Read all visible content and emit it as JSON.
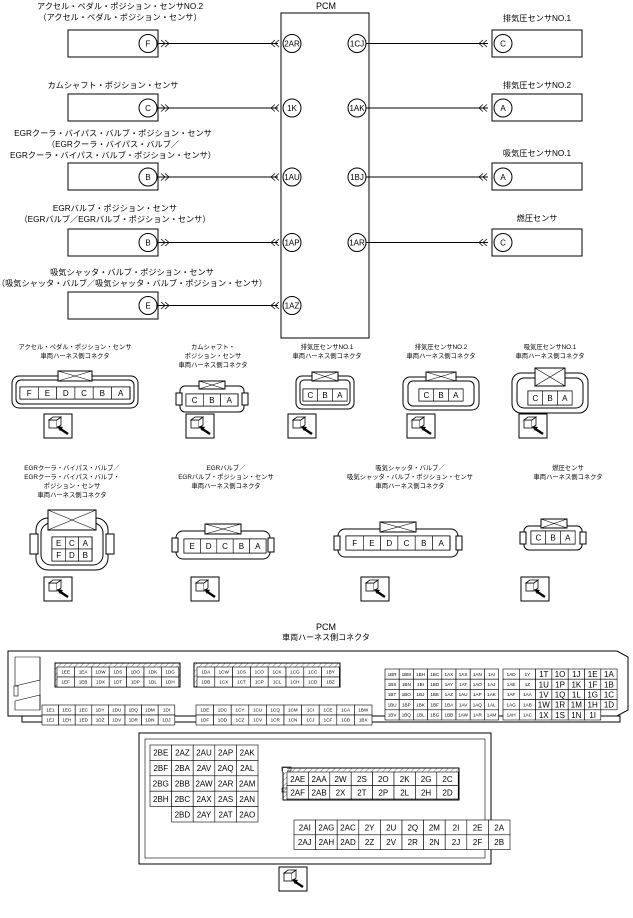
{
  "pcm": {
    "title": "PCM"
  },
  "sensors": [
    {
      "label1": "アクセル・ペダル・ポジション・センサNO.2",
      "label2": "（アクセル・ペダル・ポジション・センサ）",
      "pin": "F",
      "pcm_pin": "2AR"
    },
    {
      "label1": "カムシャフト・ポジション・センサ",
      "pin": "C",
      "pcm_pin": "1K"
    },
    {
      "label1": "EGRクーラ・バイパス・バルブ・ポジション・センサ",
      "label2": "（EGRクーラ・バイパス・バルブ／",
      "label3": "EGRクーラ・バイパス・バルブ・ポジション・センサ）",
      "pin": "B",
      "pcm_pin": "1AU"
    },
    {
      "label1": "EGRバルブ・ポジション・センサ",
      "label2": "（EGRバルブ／EGRバルブ・ポジション・センサ）",
      "pin": "B",
      "pcm_pin": "1AP"
    },
    {
      "label1": "吸気シャッタ・バルブ・ポジション・センサ",
      "label2": "（吸気シャッタ・バルブ／吸気シャッタ・バルブ・ポジション・センサ）",
      "pin": "E",
      "pcm_pin": "1AZ"
    }
  ],
  "sensors_right": [
    {
      "label1": "排気圧センサNO.1",
      "pin": "C",
      "pcm_pin": "1CJ"
    },
    {
      "label1": "排気圧センサNO.2",
      "pin": "A",
      "pcm_pin": "1AK"
    },
    {
      "label1": "吸気圧センサNO.1",
      "pin": "A",
      "pcm_pin": "1BJ"
    },
    {
      "label1": "燃圧センサ",
      "pin": "C",
      "pcm_pin": "1AR"
    }
  ],
  "connectors": [
    {
      "cap1": "アクセル・ペダル・ポジション・センサ",
      "cap2": "車両ハーネス側コネクタ",
      "pins": [
        "F",
        "E",
        "D",
        "C",
        "B",
        "A"
      ]
    },
    {
      "cap1": "カムシャフト・",
      "cap2": "ポジション・センサ",
      "cap3": "車両ハーネス側コネクタ",
      "pins": [
        "C",
        "B",
        "A"
      ]
    },
    {
      "cap1": "排気圧センサNO.1",
      "cap2": "車両ハーネス側コネクタ",
      "pins": [
        "C",
        "B",
        "A"
      ]
    },
    {
      "cap1": "排気圧センサNO.2",
      "cap2": "車両ハーネス側コネクタ",
      "pins": [
        "C",
        "B",
        "A"
      ]
    },
    {
      "cap1": "吸気圧センサNO.1",
      "cap2": "車両ハーネス側コネクタ",
      "pins": [
        "C",
        "B",
        "A"
      ]
    },
    {
      "cap1": "EGRクーラ・バイパス・バルブ／",
      "cap2": "EGRクーラ・バイパス・バルブ・",
      "cap3": "ポジション・センサ",
      "cap4": "車両ハーネス側コネクタ",
      "pins": [
        "E",
        "C",
        "A",
        "F",
        "D",
        "B"
      ]
    },
    {
      "cap1": "EGRバルブ／",
      "cap2": "EGRバルブ・ポジション・センサ",
      "cap3": "車両ハーネス側コネクタ",
      "pins": [
        "E",
        "D",
        "C",
        "B",
        "A"
      ]
    },
    {
      "cap1": "吸気シャッタ・バルブ／",
      "cap2": "吸気シャッタ・バルブ・ポジション・センサ",
      "cap3": "車両ハーネス側コネクタ",
      "pins": [
        "F",
        "E",
        "D",
        "C",
        "B",
        "A"
      ]
    },
    {
      "cap1": "燃圧センサ",
      "cap2": "車両ハーネス側コネクタ",
      "pins": [
        "C",
        "B",
        "A"
      ]
    }
  ],
  "pcm_connector": {
    "title": "PCM",
    "subtitle": "車両ハーネス側コネクタ",
    "upper_blocks": [
      {
        "rows": [
          [
            "1EE",
            "1EA",
            "1DW",
            "1DS",
            "1DO",
            "1DK",
            "1DG"
          ],
          [
            "1EF",
            "1EB",
            "1DX",
            "1DT",
            "1DP",
            "1DL",
            "1DH"
          ]
        ]
      },
      {
        "rows": [
          [
            "1DA",
            "1CW",
            "1CS",
            "1CO",
            "1CK",
            "1CG",
            "1CC",
            "1BY"
          ],
          [
            "1DB",
            "1CX",
            "1CT",
            "1CP",
            "1CL",
            "1CH",
            "1CD",
            "1BZ"
          ]
        ]
      },
      {
        "rows": [
          [
            "1E1",
            "1EG",
            "1EC",
            "1DY",
            "1DU",
            "1DQ",
            "1DM",
            "1DI"
          ],
          [
            "1EJ",
            "1EH",
            "1ED",
            "1DZ",
            "1DV",
            "1DR",
            "1DN",
            "1DJ"
          ]
        ]
      },
      {
        "rows": [
          [
            "1DE",
            "1DC",
            "1CY",
            "1CU",
            "1CQ",
            "1CM",
            "1CI",
            "1CE",
            "1CA",
            "1BW"
          ],
          [
            "1DF",
            "1DD",
            "1CZ",
            "1CV",
            "1CR",
            "1CN",
            "1CJ",
            "1CF",
            "1CB",
            "1BX"
          ]
        ]
      },
      {
        "rows": [
          [
            "1BR",
            "1BM",
            "1BH",
            "1BC",
            "1AX",
            "1AS",
            "1AN",
            "1AI"
          ],
          [
            "1BS",
            "1BN",
            "1BI",
            "1BD",
            "1AY",
            "1AT",
            "1AO",
            "1AJ"
          ],
          [
            "1BT",
            "1BO",
            "1BJ",
            "1BE",
            "1AZ",
            "1AU",
            "1AP",
            "1AK"
          ],
          [
            "1BU",
            "1BP",
            "1BK",
            "1BF",
            "1BA",
            "1AV",
            "1AQ",
            "1AL"
          ],
          [
            "1BV",
            "1BQ",
            "1BL",
            "1BG",
            "1BB",
            "1AW",
            "1AR",
            "1AM"
          ]
        ]
      },
      {
        "rows": [
          [
            "1AD",
            "1Y",
            "1T",
            "1O",
            "1J",
            "1E",
            "1A"
          ],
          [
            "1AE",
            "1Z",
            "1U",
            "1P",
            "1K",
            "1F",
            "1B"
          ],
          [
            "1AF",
            "1AA",
            "1V",
            "1Q",
            "1L",
            "1G",
            "1C"
          ],
          [
            "1AG",
            "1AB",
            "1W",
            "1R",
            "1M",
            "1H",
            "1D"
          ],
          [
            "1AH",
            "1AC",
            "1X",
            "1S",
            "1N",
            "1I"
          ]
        ]
      }
    ],
    "lower_blocks": [
      {
        "rows": [
          [
            "2BE",
            "2AZ",
            "2AU",
            "2AP",
            "2AK"
          ],
          [
            "2BF",
            "2BA",
            "2AV",
            "2AQ",
            "2AL"
          ],
          [
            "2BG",
            "2BB",
            "2AW",
            "2AR",
            "2AM"
          ],
          [
            "2BH",
            "2BC",
            "2AX",
            "2AS",
            "2AN"
          ],
          [
            "",
            "2BD",
            "2AY",
            "2AT",
            "2AO"
          ]
        ]
      },
      {
        "rows": [
          [
            "2AE",
            "2AA",
            "2W",
            "2S",
            "2O",
            "2K",
            "2G",
            "2C"
          ],
          [
            "2AF",
            "2AB",
            "2X",
            "2T",
            "2P",
            "2L",
            "2H",
            "2D"
          ]
        ]
      },
      {
        "rows": [
          [
            "2AI",
            "2AG",
            "2AC",
            "2Y",
            "2U",
            "2Q",
            "2M",
            "2I",
            "2E",
            "2A"
          ],
          [
            "2AJ",
            "2AH",
            "2AD",
            "2Z",
            "2V",
            "2R",
            "2N",
            "2J",
            "2F",
            "2B"
          ]
        ]
      }
    ]
  }
}
